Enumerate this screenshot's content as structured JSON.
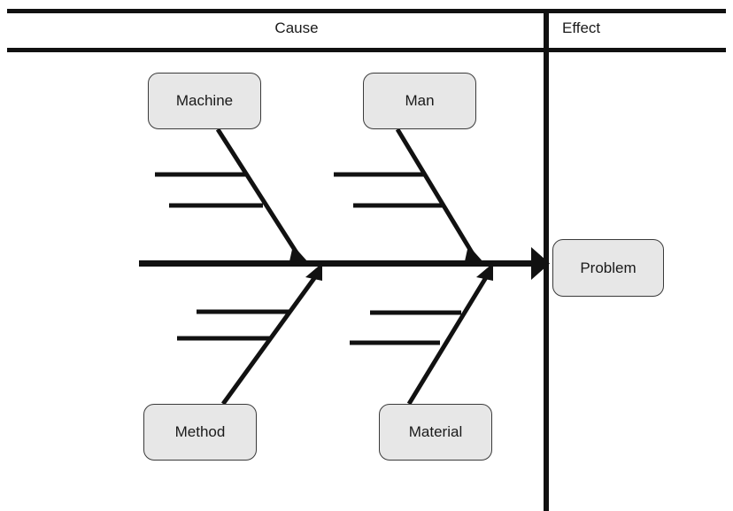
{
  "diagram": {
    "type": "fishbone-ishikawa",
    "title": "",
    "headers": {
      "cause": "Cause",
      "effect": "Effect"
    },
    "effect_node": {
      "label": "Problem"
    },
    "cause_categories": [
      {
        "id": "machine",
        "label": "Machine",
        "position": "upper-left",
        "sub_bones": 2
      },
      {
        "id": "man",
        "label": "Man",
        "position": "upper-right",
        "sub_bones": 2
      },
      {
        "id": "method",
        "label": "Method",
        "position": "lower-left",
        "sub_bones": 2
      },
      {
        "id": "material",
        "label": "Material",
        "position": "lower-right",
        "sub_bones": 2
      }
    ],
    "colors": {
      "line": "#111111",
      "box_fill": "#e7e7e7",
      "box_border": "#3a3a3a",
      "text": "#1a1a1a",
      "background": "#ffffff"
    }
  }
}
